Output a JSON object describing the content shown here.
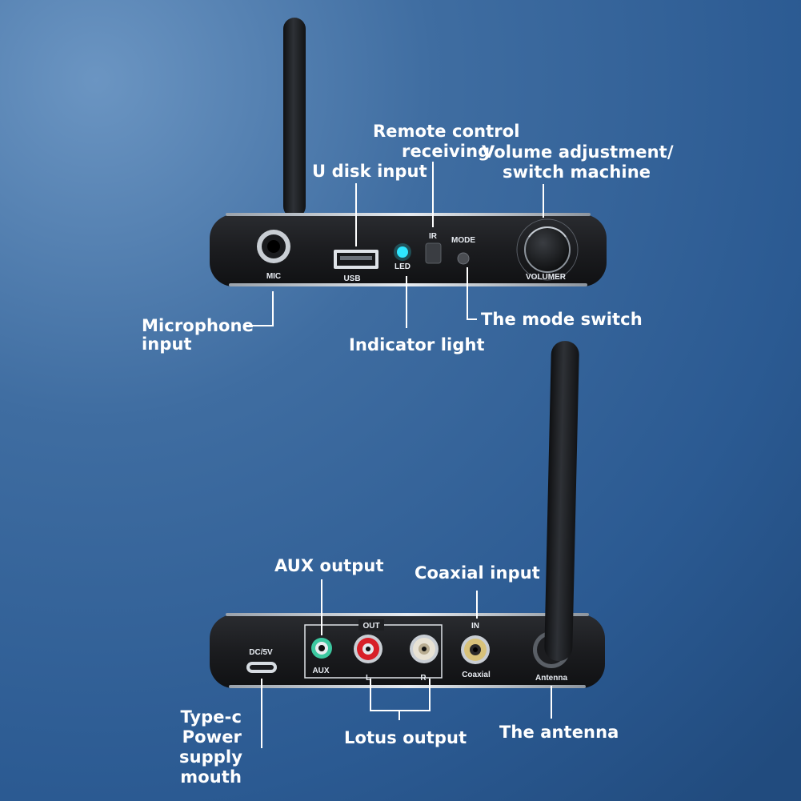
{
  "front_panel": {
    "port_labels": {
      "mic": "MIC",
      "usb": "USB",
      "led": "LED",
      "ir": "IR",
      "mode": "MODE",
      "volume": "VOLUMER"
    },
    "callouts": {
      "remote_control": [
        "Remote control",
        "receiving"
      ],
      "volume_adjustment": [
        "Volume adjustment/",
        "switch machine"
      ],
      "u_disk_input": "U disk input",
      "microphone_input": [
        "Microphone",
        "input"
      ],
      "indicator_light": "Indicator light",
      "mode_switch": "The mode switch"
    },
    "led_color": "#2fe6ff"
  },
  "rear_panel": {
    "port_labels": {
      "dc": "DC/5V",
      "out": "OUT",
      "aux": "AUX",
      "left": "L",
      "right": "R",
      "in": "IN",
      "coaxial": "Coaxial",
      "antenna": "Antenna"
    },
    "callouts": {
      "aux_output": "AUX output",
      "coaxial_input": "Coaxial input",
      "type_c": [
        "Type-c",
        "Power",
        "supply",
        "mouth"
      ],
      "lotus_output": "Lotus output",
      "antenna": "The antenna"
    },
    "jack_colors": {
      "aux": "#3cc8a0",
      "left": "#d82028",
      "right": "#e8e2d4",
      "coaxial": "#d8c27a"
    }
  }
}
